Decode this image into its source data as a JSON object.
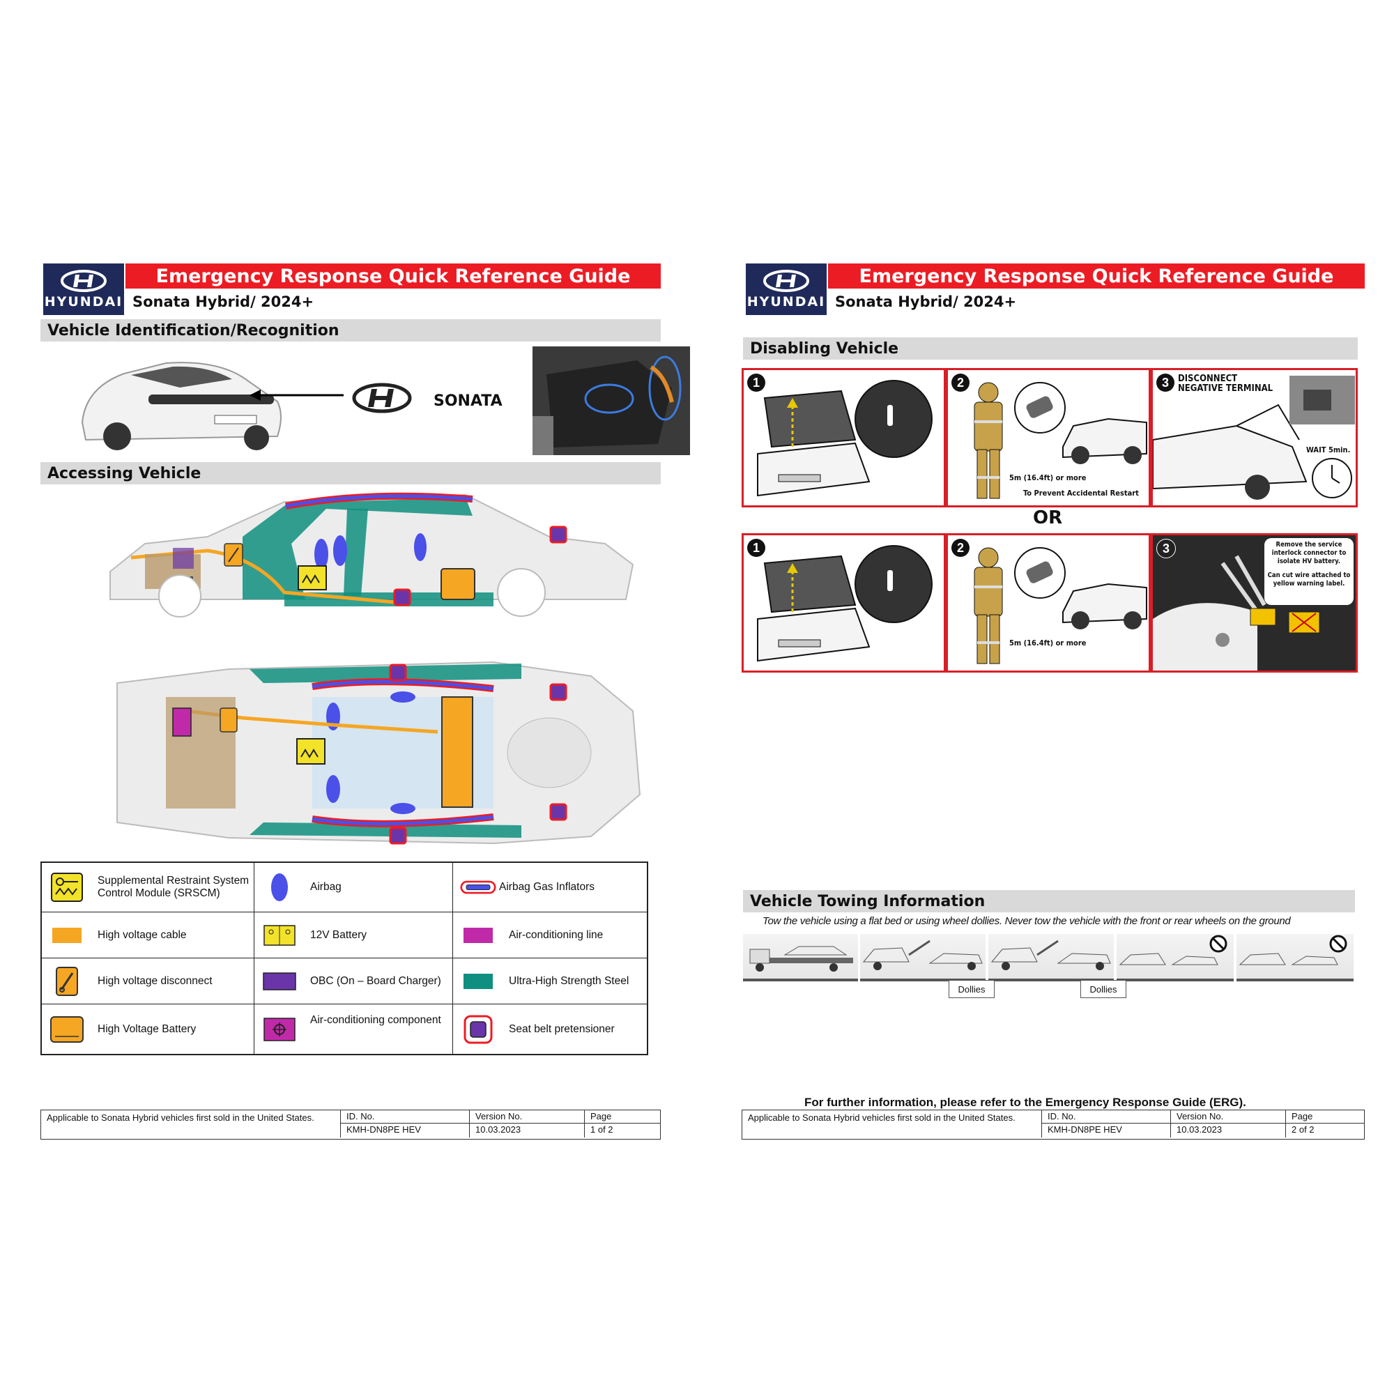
{
  "pages": [
    {
      "brand": "HYUNDAI",
      "title": "Emergency Response Quick Reference Guide",
      "model": "Sonata Hybrid/ 2024+",
      "sections": {
        "identification": "Vehicle Identification/Recognition",
        "accessing": "Accessing Vehicle"
      },
      "badge_text": "SONATA",
      "legend": [
        {
          "icon": "srscm-icon",
          "label": "Supplemental Restraint System Control Module (SRSCM)"
        },
        {
          "icon": "airbag-icon",
          "label": "Airbag"
        },
        {
          "icon": "airbag-gas-inflator-icon",
          "label": "Airbag Gas Inflators"
        },
        {
          "icon": "hv-cable-icon",
          "label": "High voltage cable"
        },
        {
          "icon": "battery-12v-icon",
          "label": "12V Battery"
        },
        {
          "icon": "ac-line-icon",
          "label": "Air-conditioning line"
        },
        {
          "icon": "hv-disconnect-icon",
          "label": "High voltage disconnect"
        },
        {
          "icon": "obc-icon",
          "label": "OBC (On – Board Charger)"
        },
        {
          "icon": "uhss-icon",
          "label": "Ultra-High Strength Steel"
        },
        {
          "icon": "hv-battery-icon",
          "label": "High Voltage Battery"
        },
        {
          "icon": "ac-component-icon",
          "label": "Air-conditioning component"
        },
        {
          "icon": "seatbelt-pretensioner-icon",
          "label": "Seat belt pretensioner"
        }
      ],
      "footer": {
        "applicable": "Applicable to Sonata Hybrid vehicles first sold in the United States.",
        "id_label": "ID. No.",
        "id_value": "KMH-DN8PE HEV",
        "version_label": "Version No.",
        "version_value": "10.03.2023",
        "page_label": "Page",
        "page_value": "1 of 2"
      }
    },
    {
      "brand": "HYUNDAI",
      "title": "Emergency Response Quick Reference Guide",
      "model": "Sonata Hybrid/ 2024+",
      "sections": {
        "disabling": "Disabling Vehicle",
        "towing": "Vehicle Towing Information"
      },
      "steps_row1": {
        "n1": "1",
        "n2": "2",
        "n3": "3",
        "distance": "5m (16.4ft) or more",
        "restart": "To Prevent Accidental Restart",
        "disconnect": "DISCONNECT NEGATIVE TERMINAL",
        "wait": "WAIT 5min."
      },
      "or_text": "OR",
      "steps_row2": {
        "n1": "1",
        "n2": "2",
        "n3": "3",
        "distance": "5m (16.4ft) or more",
        "remove_text": "Remove the service interlock connector to isolate HV battery.",
        "cut_text": "Can cut wire attached to yellow warning label."
      },
      "towing_note": "Tow the vehicle using a flat bed or using wheel dollies. Never tow the vehicle with the front or rear wheels on the ground",
      "dollies_label": "Dollies",
      "further_info": "For further information, please refer to the Emergency Response Guide (ERG).",
      "footer": {
        "applicable": "Applicable to Sonata Hybrid vehicles first sold in the United States.",
        "id_label": "ID. No.",
        "id_value": "KMH-DN8PE HEV",
        "version_label": "Version No.",
        "version_value": "10.03.2023",
        "page_label": "Page",
        "page_value": "2 of 2"
      }
    }
  ],
  "colors": {
    "red": "#ec1c24",
    "navy": "#1f2a5a",
    "hv_orange": "#f5a623",
    "airbag_blue": "#4a50e8",
    "ac_magenta": "#c02aa8",
    "obc_purple": "#6a35a8",
    "uhss_teal": "#0f8f7f",
    "srscm_yellow": "#f2e22a"
  }
}
